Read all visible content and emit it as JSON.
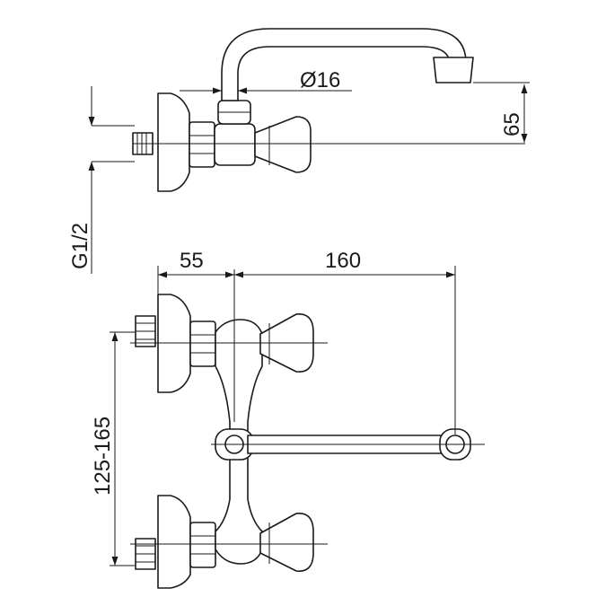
{
  "dimensions": {
    "pipe_diameter": "Ø16",
    "outlet_height": "65",
    "thread": "G1/2",
    "wall_offset": "55",
    "spout_reach": "160",
    "spacing": "125-165"
  }
}
